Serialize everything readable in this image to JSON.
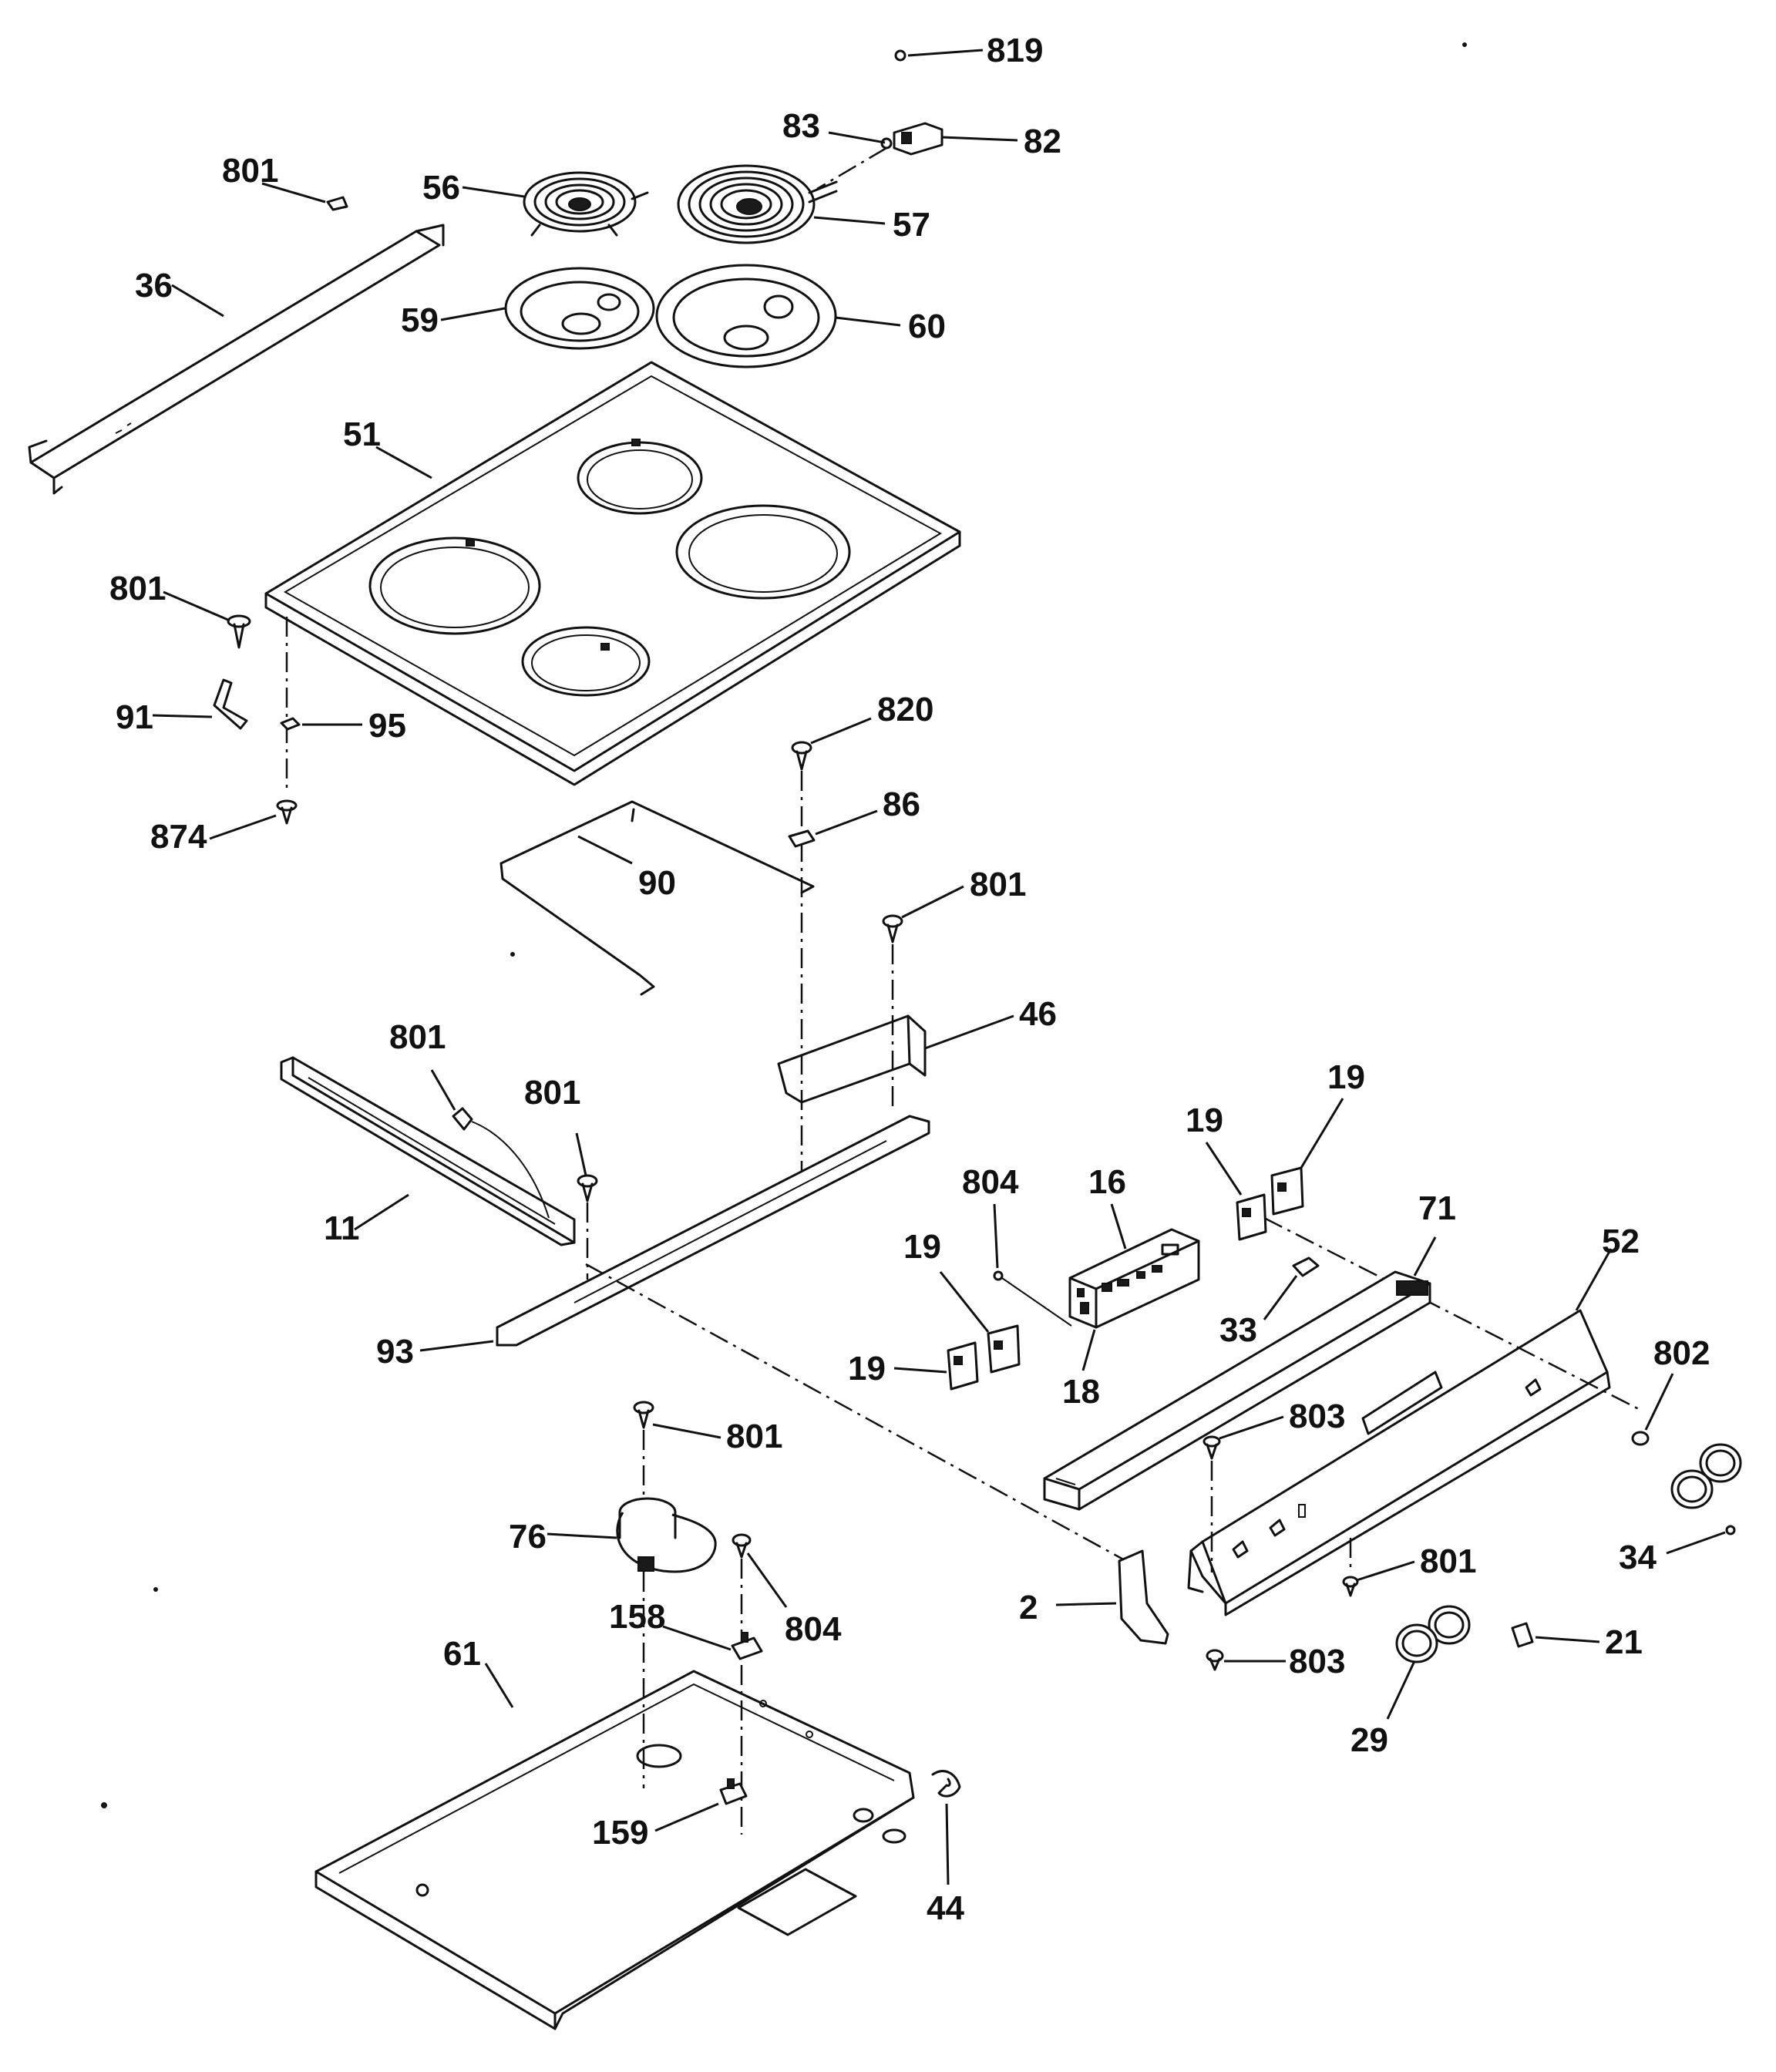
{
  "callouts": [
    {
      "id": "c819",
      "text": "819"
    },
    {
      "id": "c83",
      "text": "83"
    },
    {
      "id": "c82",
      "text": "82"
    },
    {
      "id": "c801a",
      "text": "801"
    },
    {
      "id": "c56",
      "text": "56"
    },
    {
      "id": "c57",
      "text": "57"
    },
    {
      "id": "c36",
      "text": "36"
    },
    {
      "id": "c59",
      "text": "59"
    },
    {
      "id": "c60",
      "text": "60"
    },
    {
      "id": "c51",
      "text": "51"
    },
    {
      "id": "c801b",
      "text": "801"
    },
    {
      "id": "c91",
      "text": "91"
    },
    {
      "id": "c95",
      "text": "95"
    },
    {
      "id": "c874",
      "text": "874"
    },
    {
      "id": "c820",
      "text": "820"
    },
    {
      "id": "c86",
      "text": "86"
    },
    {
      "id": "c90",
      "text": "90"
    },
    {
      "id": "c801c",
      "text": "801"
    },
    {
      "id": "c46",
      "text": "46"
    },
    {
      "id": "c801d",
      "text": "801"
    },
    {
      "id": "c801e",
      "text": "801"
    },
    {
      "id": "c11",
      "text": "11"
    },
    {
      "id": "c93",
      "text": "93"
    },
    {
      "id": "c804a",
      "text": "804"
    },
    {
      "id": "c16",
      "text": "16"
    },
    {
      "id": "c19a",
      "text": "19"
    },
    {
      "id": "c19b",
      "text": "19"
    },
    {
      "id": "c19c",
      "text": "19"
    },
    {
      "id": "c19d",
      "text": "19"
    },
    {
      "id": "c18",
      "text": "18"
    },
    {
      "id": "c33",
      "text": "33"
    },
    {
      "id": "c71",
      "text": "71"
    },
    {
      "id": "c52",
      "text": "52"
    },
    {
      "id": "c802",
      "text": "802"
    },
    {
      "id": "c803a",
      "text": "803"
    },
    {
      "id": "c34",
      "text": "34"
    },
    {
      "id": "c801f",
      "text": "801"
    },
    {
      "id": "c76",
      "text": "76"
    },
    {
      "id": "c804b",
      "text": "804"
    },
    {
      "id": "c158",
      "text": "158"
    },
    {
      "id": "c801g",
      "text": "801"
    },
    {
      "id": "c2",
      "text": "2"
    },
    {
      "id": "c803b",
      "text": "803"
    },
    {
      "id": "c21",
      "text": "21"
    },
    {
      "id": "c29",
      "text": "29"
    },
    {
      "id": "c61",
      "text": "61"
    },
    {
      "id": "c159",
      "text": "159"
    },
    {
      "id": "c44",
      "text": "44"
    }
  ]
}
